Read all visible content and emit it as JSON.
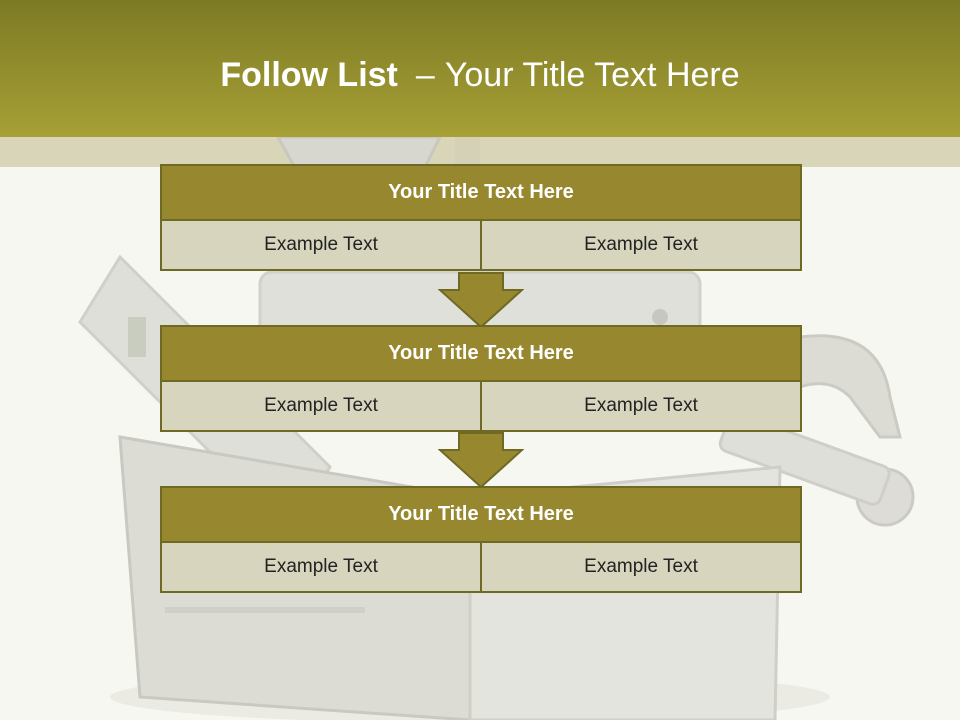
{
  "slide": {
    "title_bold": "Follow List",
    "title_dash": "–",
    "title_rest": "Your Title Text Here",
    "colors": {
      "header": "#a7a036",
      "block_title": "#97882f",
      "block_cell": "#d8d5bf",
      "border": "#6e6a24"
    }
  },
  "blocks": [
    {
      "title": "Your Title Text Here",
      "left": "Example Text",
      "right": "Example Text"
    },
    {
      "title": "Your Title Text Here",
      "left": "Example Text",
      "right": "Example Text"
    },
    {
      "title": "Your Title Text Here",
      "left": "Example Text",
      "right": "Example Text"
    }
  ]
}
